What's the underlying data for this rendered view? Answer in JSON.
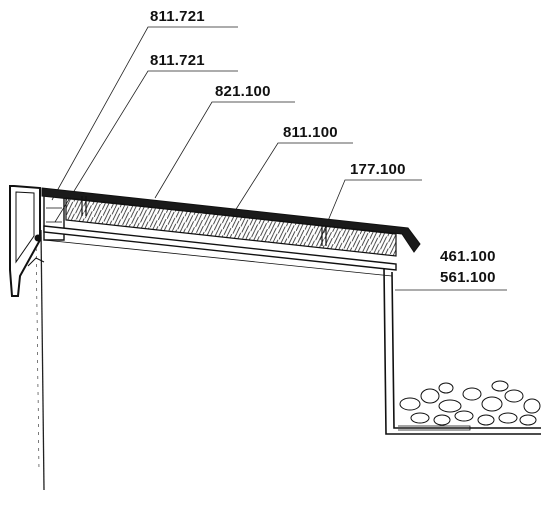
{
  "labels": {
    "l1": "811.721",
    "l2": "811.721",
    "l3": "821.100",
    "l4": "811.100",
    "l5": "177.100",
    "l6": "461.100",
    "l7": "561.100"
  },
  "colors": {
    "ink": "#111111",
    "paper": "#ffffff"
  }
}
